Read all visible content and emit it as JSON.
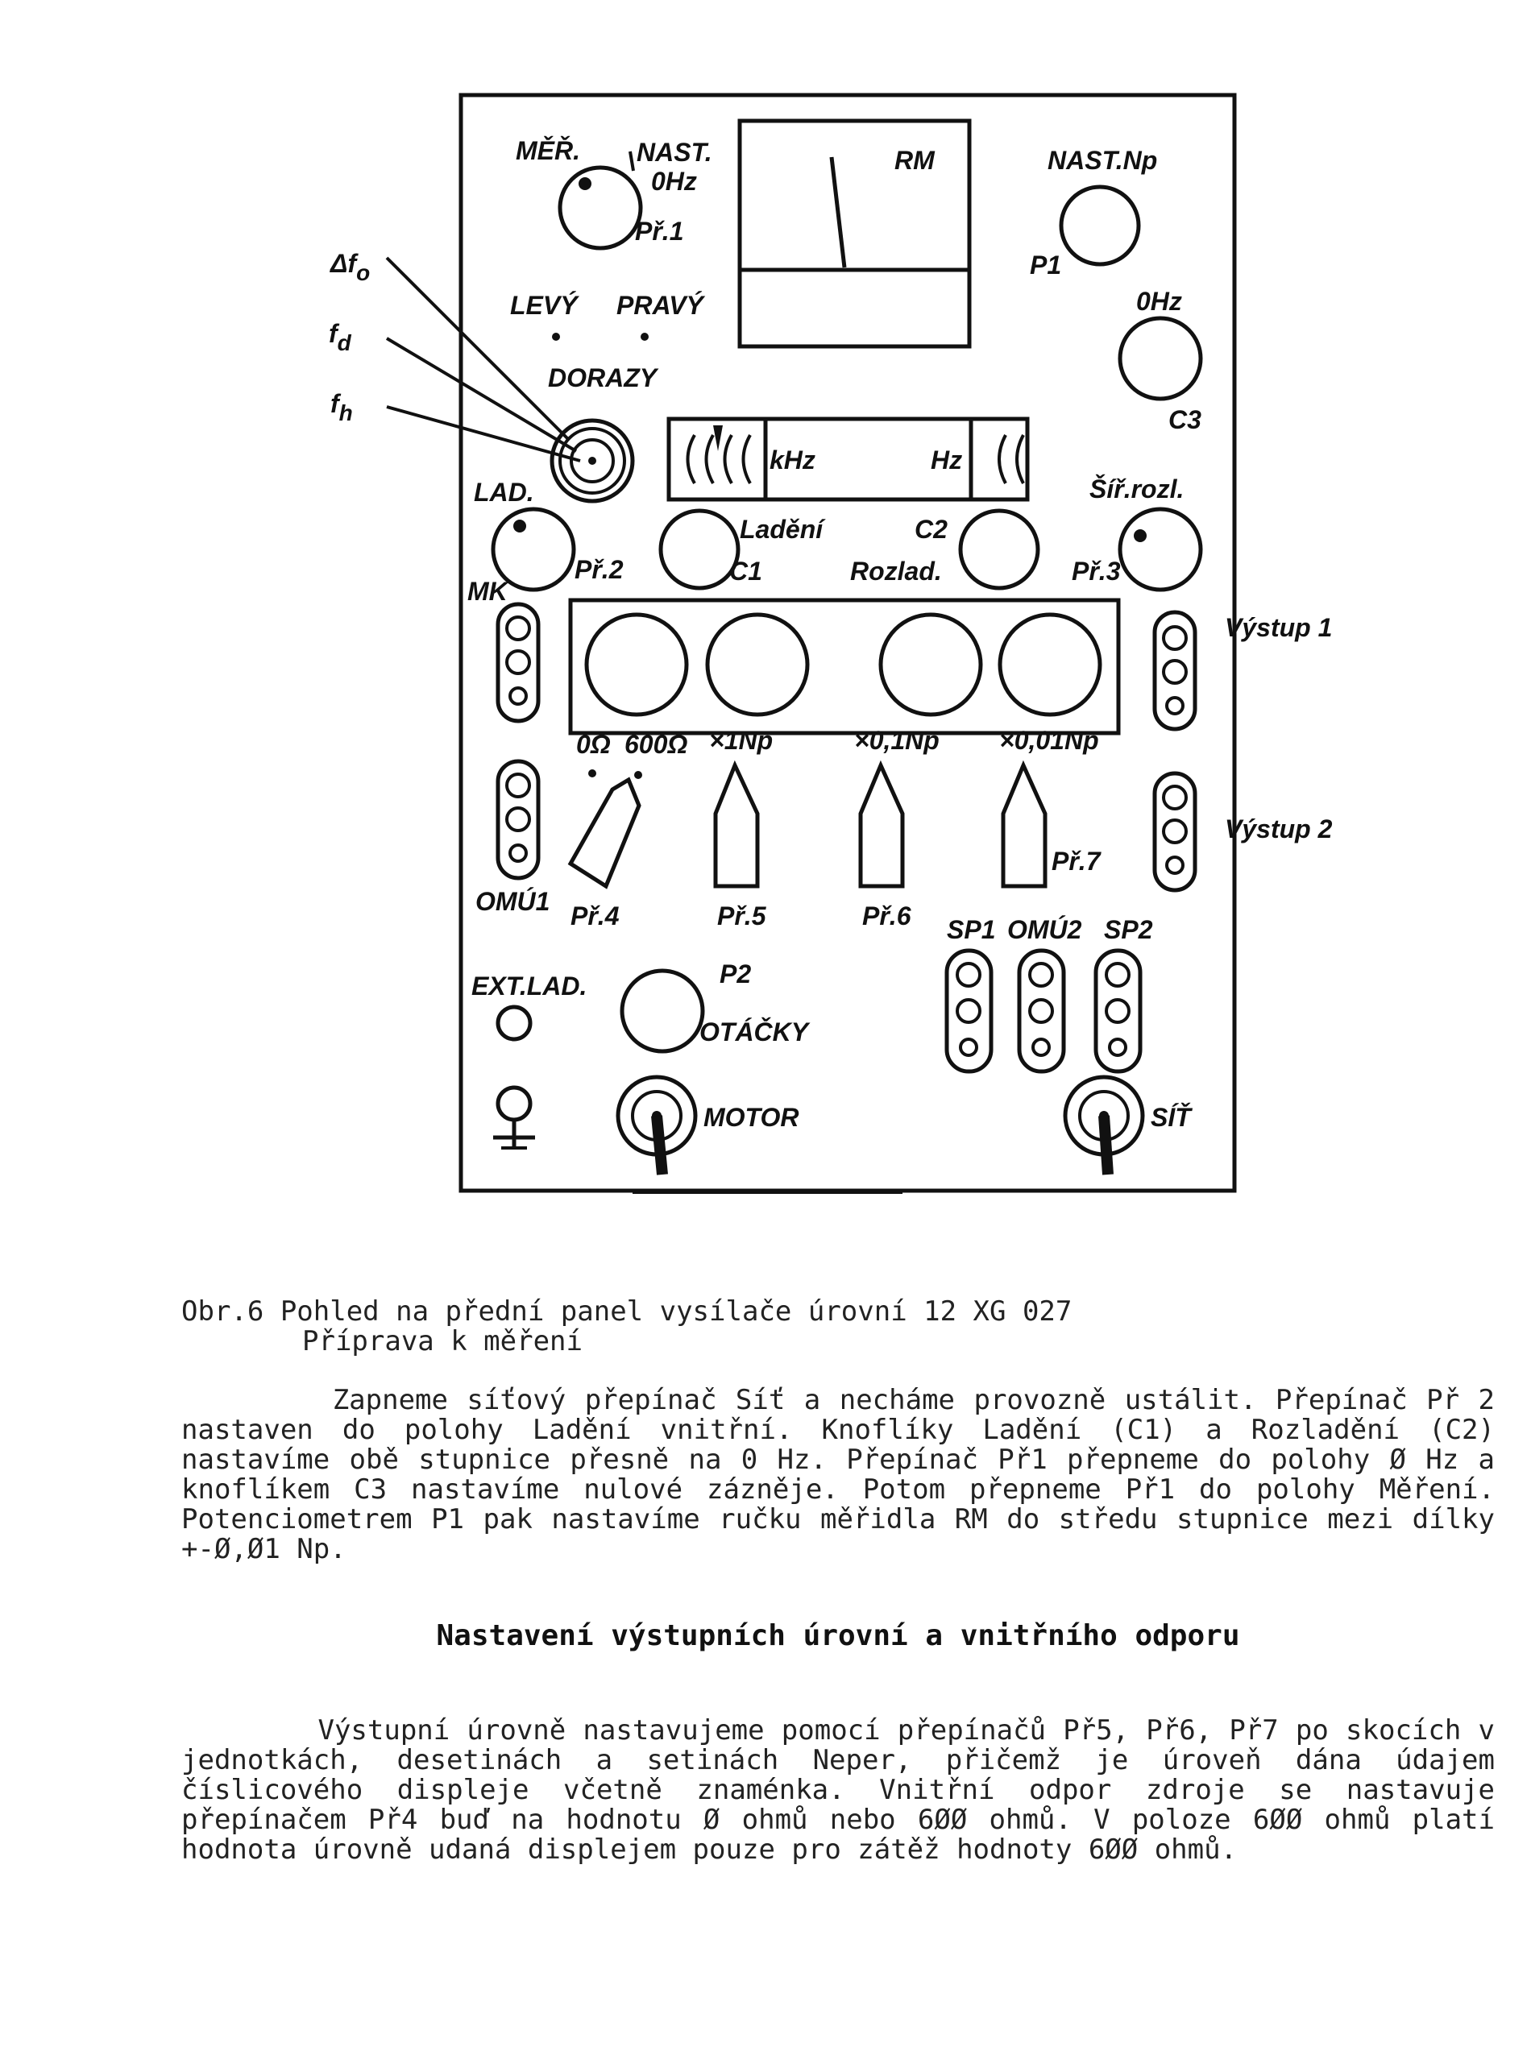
{
  "panel_labels": {
    "mer": "MĚŘ.",
    "nast_ohz": "NAST.",
    "ohz_small": "0Hz",
    "pr1": "Př.1",
    "rm": "RM",
    "nast_np": "NAST.Np",
    "p1": "P1",
    "ohz": "0Hz",
    "c3": "C3",
    "delta_f0": "Δf",
    "delta_f0_sub": "o",
    "fd": "f",
    "fd_sub": "d",
    "fh": "f",
    "fh_sub": "h",
    "levy": "LEVÝ",
    "pravy": "PRAVÝ",
    "dorazy": "DORAZY",
    "khz": "kHz",
    "hz": "Hz",
    "lad": "LAD.",
    "pr2": "Př.2",
    "ladeni": "Ladění",
    "c1": "C1",
    "c2": "C2",
    "rozlad": "Rozlad.",
    "sir_rozl": "Šíř.rozl.",
    "pr3": "Př.3",
    "mk": "MK",
    "vystup1": "Výstup 1",
    "vystup2": "Výstup 2",
    "ohm0": "0Ω",
    "ohm600": "600Ω",
    "x1np": "×1Np",
    "x01np": "×0,1Np",
    "x001np": "×0,01Np",
    "pr7": "Př.7",
    "omu1": "OMÚ1",
    "pr4": "Př.4",
    "pr5": "Př.5",
    "pr6": "Př.6",
    "sp1": "SP1",
    "omu2": "OMÚ2",
    "sp2": "SP2",
    "ext_lad": "EXT.LAD.",
    "p2": "P2",
    "otacky": "OTÁČKY",
    "motor": "MOTOR",
    "sit": "SÍŤ"
  },
  "caption": {
    "figure": "Obr.6 Pohled na přední panel vysílače úrovní 12 XG 027",
    "section": "Příprava k měření"
  },
  "paragraph1": "        Zapneme síťový přepínač Síť a necháme provozně ustálit. Přepínač Př 2 nastaven do polohy Ladění vnitřní. Knoflíky Ladění (C1) a Rozladění (C2) nastavíme obě stupnice přesně na 0 Hz. Přepínač Př1 přepneme do polohy Ø Hz a knoflíkem C3 nastavíme nulové zázněje. Potom přepneme Př1 do polohy Měření. Potenciometrem P1 pak nastavíme ručku měřidla RM do středu stupnice mezi dílky +-Ø,Ø1 Np.",
  "heading": "Nastavení výstupních úrovní a vnitřního odporu",
  "paragraph2": "        Výstupní úrovně nastavujeme pomocí přepínačů Př5, Př6, Př7 po skocích v jednotkách, desetinách a setinách Neper, přičemž je úroveň dána údajem číslicového displeje včetně znaménka. Vnitřní odpor zdroje se nastavuje přepínačem Př4 buď na hodnotu Ø ohmů nebo 6ØØ ohmů. V poloze 6ØØ ohmů platí hodnota úrovně udaná displejem pouze pro zátěž hodnoty 6ØØ ohmů."
}
